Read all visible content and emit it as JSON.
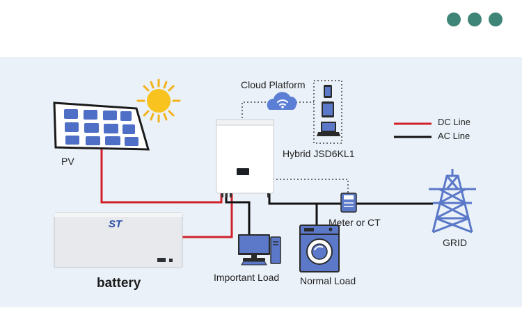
{
  "header": {
    "menu_dots": 3
  },
  "labels": {
    "cloud_platform": "Cloud Platform",
    "inverter": "Hybrid JSD6KL1",
    "pv": "PV",
    "battery": "battery",
    "battery_brand": "ST",
    "important_load": "Important Load",
    "normal_load": "Normal Load",
    "meter": "Meter or CT",
    "grid": "GRID"
  },
  "legend": {
    "dc_line": "DC Line",
    "ac_line": "AC Line"
  },
  "colors": {
    "dc": "#d0202a",
    "ac": "#111111",
    "accent": "#3f8577",
    "device_blue": "#5b78c9"
  }
}
